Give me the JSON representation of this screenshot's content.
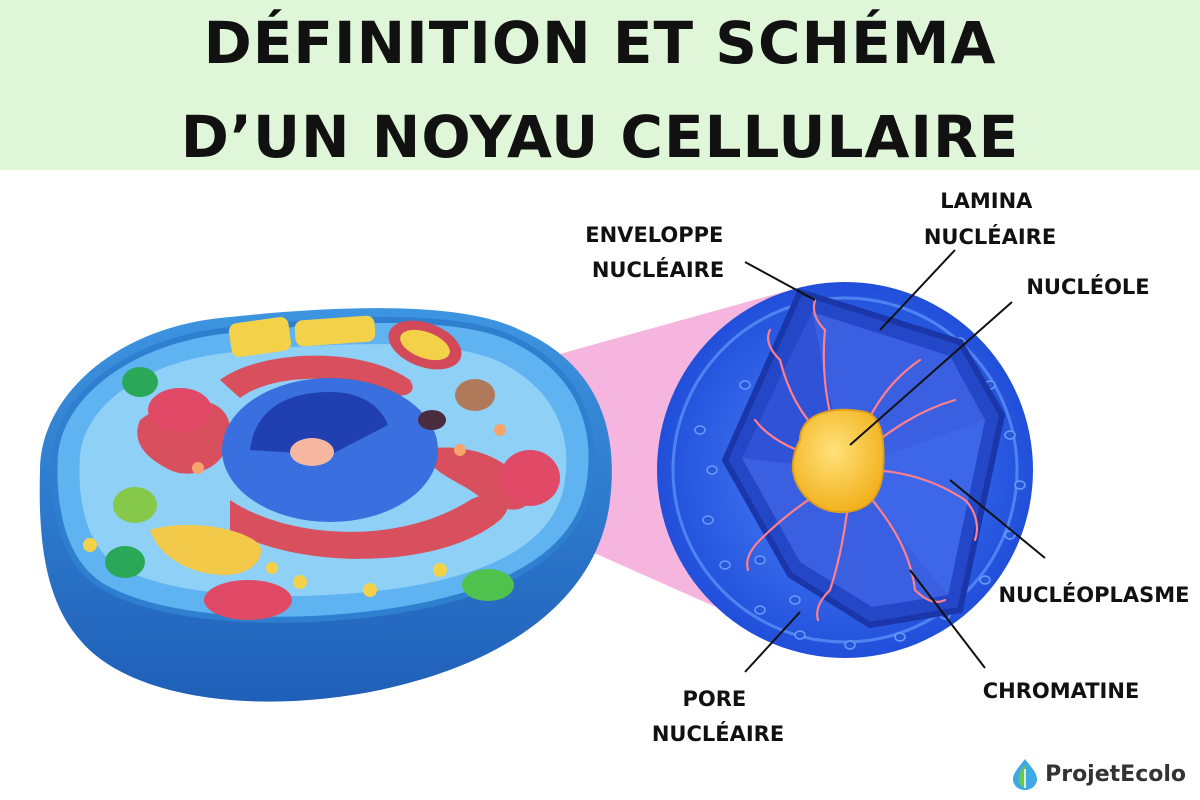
{
  "title": {
    "line1": "DÉFINITION ET SCHÉMA",
    "line2": "D’UN NOYAU CELLULAIRE"
  },
  "labels": {
    "enveloppe": [
      "ENVELOPPE",
      "NUCLÉAIRE"
    ],
    "lamina": [
      "LAMINA",
      "NUCLÉAIRE"
    ],
    "nucleole": [
      "NUCLÉOLE"
    ],
    "nucleoplasme": [
      "NUCLÉOPLASME"
    ],
    "chromatine": [
      "CHROMATINE"
    ],
    "pore": [
      "PORE",
      "NUCLÉAIRE"
    ]
  },
  "brand": {
    "name": "ProjetEcolo",
    "icon": "leaf-drop-icon"
  },
  "colors": {
    "title_band": "#dff7d8",
    "nucleus_blue": "#3a6fe0",
    "chromatin": "#ff7f8a",
    "nucleolus": "#f6c43a",
    "zoom_pink": "#f5a8d8"
  }
}
